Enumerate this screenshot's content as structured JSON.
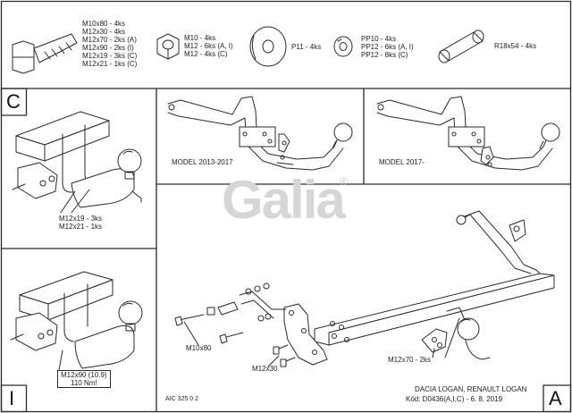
{
  "hardware": {
    "bolt_specs": [
      "M10x80 - 4ks",
      "M12x30 - 4ks",
      "M12x70 - 2ks (A)",
      "M12x90 - 2ks (I)",
      "M12x19 - 3ks (C)",
      "M12x21 - 1ks (C)"
    ],
    "nut_specs": [
      "M10 - 4ks",
      "M12 - 6ks (A, I)",
      "M12 - 4ks (C)"
    ],
    "washer_spec": "P11 - 4ks",
    "spring_washer_specs": [
      "PP10 - 4ks",
      "PP12 - 6ks (A, I)",
      "PP12 - 8ks (C)"
    ],
    "spacer_spec": "R18x54 - 4ks"
  },
  "panels": {
    "c": {
      "letter": "C",
      "callouts": [
        "M12x19 - 3ks",
        "M12x21 - 1ks"
      ]
    },
    "i": {
      "letter": "I",
      "callouts": [
        "M12x90 (10.9)",
        "110 Nm!"
      ]
    },
    "a": {
      "letter": "A"
    }
  },
  "models": {
    "left": "MODEL 2013-2017",
    "right": "MODEL 2017-"
  },
  "watermark": {
    "text": "Galia",
    "mark": "®"
  },
  "labels": {
    "m10x80": "M10x80",
    "m12x30": "M12x30",
    "m12x70": "M12x70 - 2ks"
  },
  "footer": {
    "code": "AIC 325 0 2",
    "vehicle": "DACIA LOGAN, RENAULT LOGAN",
    "kod": "Kód: D0436(A,I,C) - 6. 8. 2019"
  },
  "colors": {
    "line": "#2a2a2a",
    "frame": "#3a3a3a",
    "watermark": "#d6d6d6"
  }
}
